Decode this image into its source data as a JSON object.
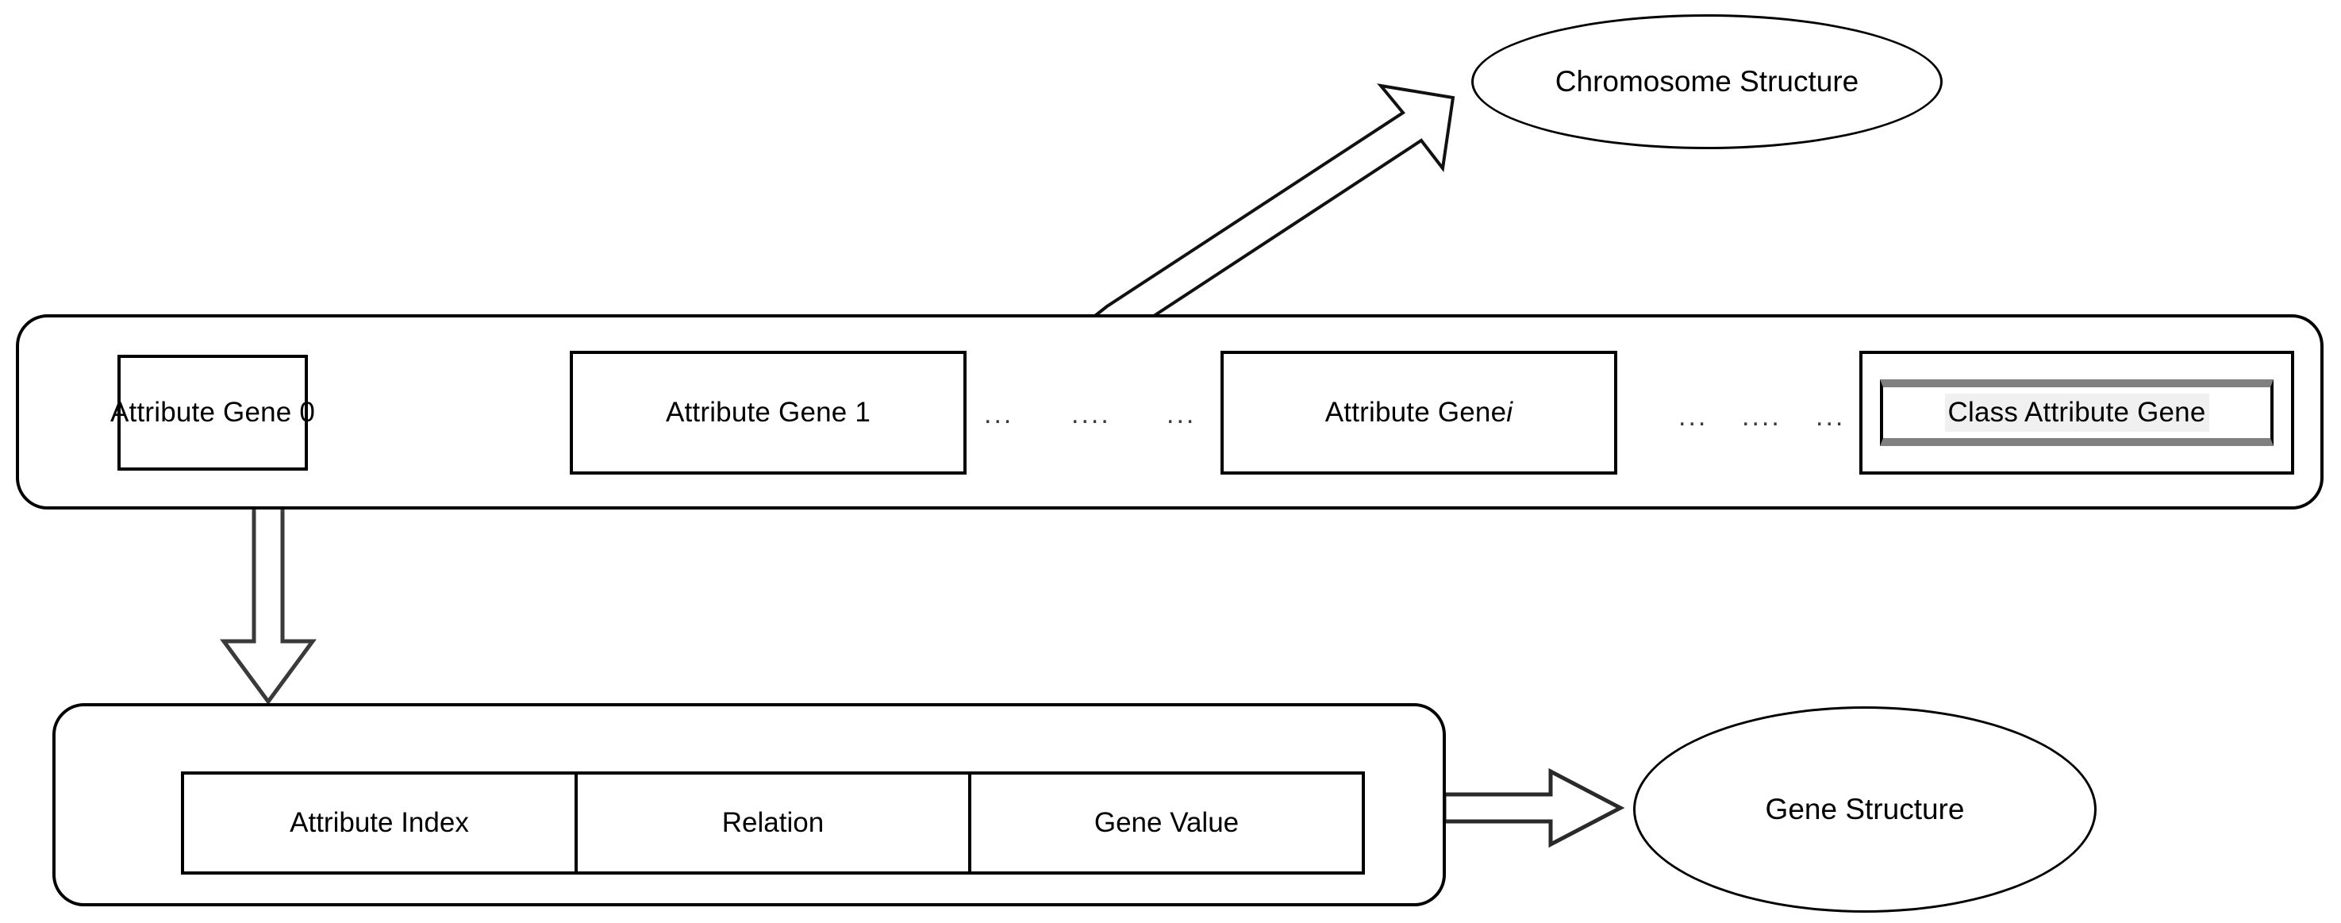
{
  "diagram": {
    "title": "Chromosome and Gene Structure",
    "colors": {
      "stroke": "#000000",
      "background": "#ffffff",
      "highlight_fill": "#e6e6e6",
      "highlight_glow": "#ccf0b8",
      "class_gene_inner_edge": "#808080",
      "class_gene_text_highlight": "#f0f0f0"
    },
    "chromosome": {
      "callout_label": "Chromosome Structure",
      "genes": [
        {
          "label": "Attribute Gene 0",
          "highlighted": true,
          "italic_suffix": ""
        },
        {
          "label": "Attribute Gene 1",
          "highlighted": false,
          "italic_suffix": ""
        },
        {
          "label": "Attribute Gene ",
          "highlighted": false,
          "italic_suffix": "i"
        },
        {
          "label": "Class Attribute Gene",
          "highlighted": false,
          "italic_suffix": ""
        }
      ],
      "ellipsis": [
        "...",
        "....",
        "...",
        "...",
        "....",
        "..."
      ]
    },
    "gene": {
      "callout_label": "Gene Structure",
      "fields": [
        "Attribute Index",
        "Relation",
        "Gene Value"
      ]
    },
    "arrows": [
      {
        "name": "chromosome-callout-arrow",
        "from": "chromosome-container",
        "to": "Chromosome Structure",
        "style": "block-arrow-diagonal"
      },
      {
        "name": "gene-expand-arrow",
        "from": "Attribute Gene 0",
        "to": "gene-container",
        "style": "block-arrow-down"
      },
      {
        "name": "gene-callout-arrow",
        "from": "gene-container",
        "to": "Gene Structure",
        "style": "block-arrow-right"
      }
    ]
  }
}
